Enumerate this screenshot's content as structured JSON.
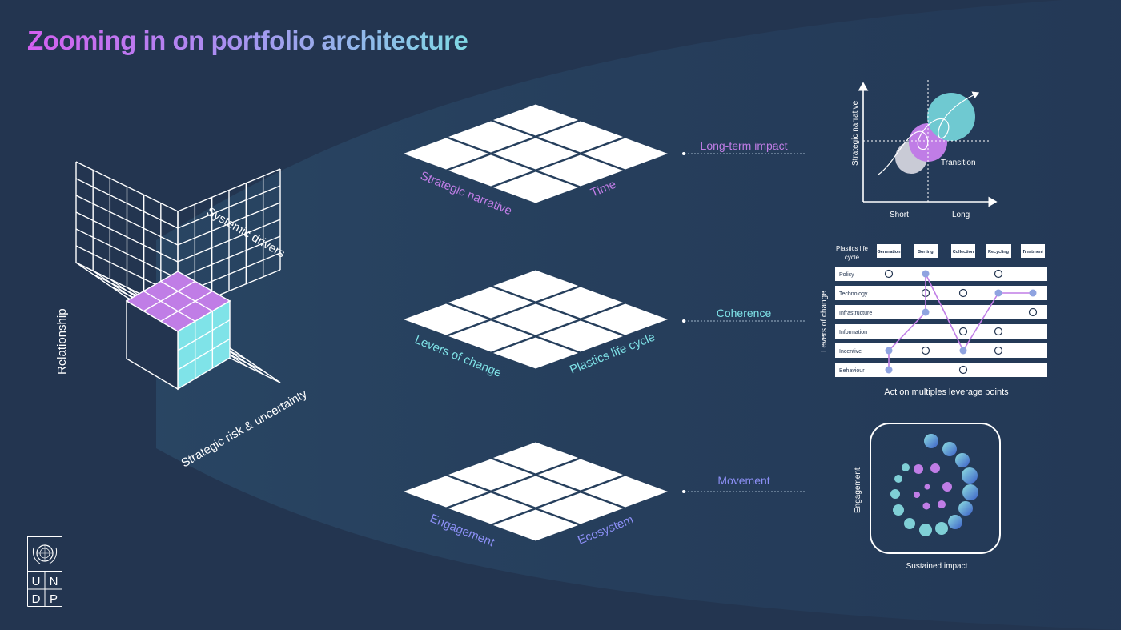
{
  "title": "Zooming in on portfolio architecture",
  "colors": {
    "background": "#233550",
    "beam": "#2b4a68",
    "lilac": "#c07de6",
    "cyan": "#7fe3e8",
    "violet": "#8c8ff5",
    "white": "#ffffff"
  },
  "cube": {
    "axes": [
      "Systemic drivers",
      "Relationship",
      "Strategic risk & uncertainty"
    ]
  },
  "layers": [
    {
      "left_label": "Strategic narrative",
      "right_label": "Time",
      "connector": "Long-term impact"
    },
    {
      "left_label": "Levers of change",
      "right_label": "Plastics life cycle",
      "connector": "Coherence"
    },
    {
      "left_label": "Engagement",
      "right_label": "Ecosystem",
      "connector": "Movement"
    }
  ],
  "quadrant": {
    "y_label": "Strategic narrative",
    "x_short": "Short",
    "x_long": "Long",
    "point_label": "Transition"
  },
  "matrix": {
    "corner_label_1": "Plastics life",
    "corner_label_2": "cycle",
    "columns": [
      "Generation",
      "Sorting",
      "Collection",
      "Recycling",
      "Treatment"
    ],
    "rows": [
      "Policy",
      "Technology",
      "Infrastructure",
      "Information",
      "Incentive",
      "Behaviour"
    ],
    "y_label": "Levers of change",
    "caption": "Act on multiples leverage points"
  },
  "engagement": {
    "y_label": "Engagement",
    "caption": "Sustained impact"
  },
  "logo": {
    "letters": [
      "U",
      "N",
      "D",
      "P"
    ]
  }
}
